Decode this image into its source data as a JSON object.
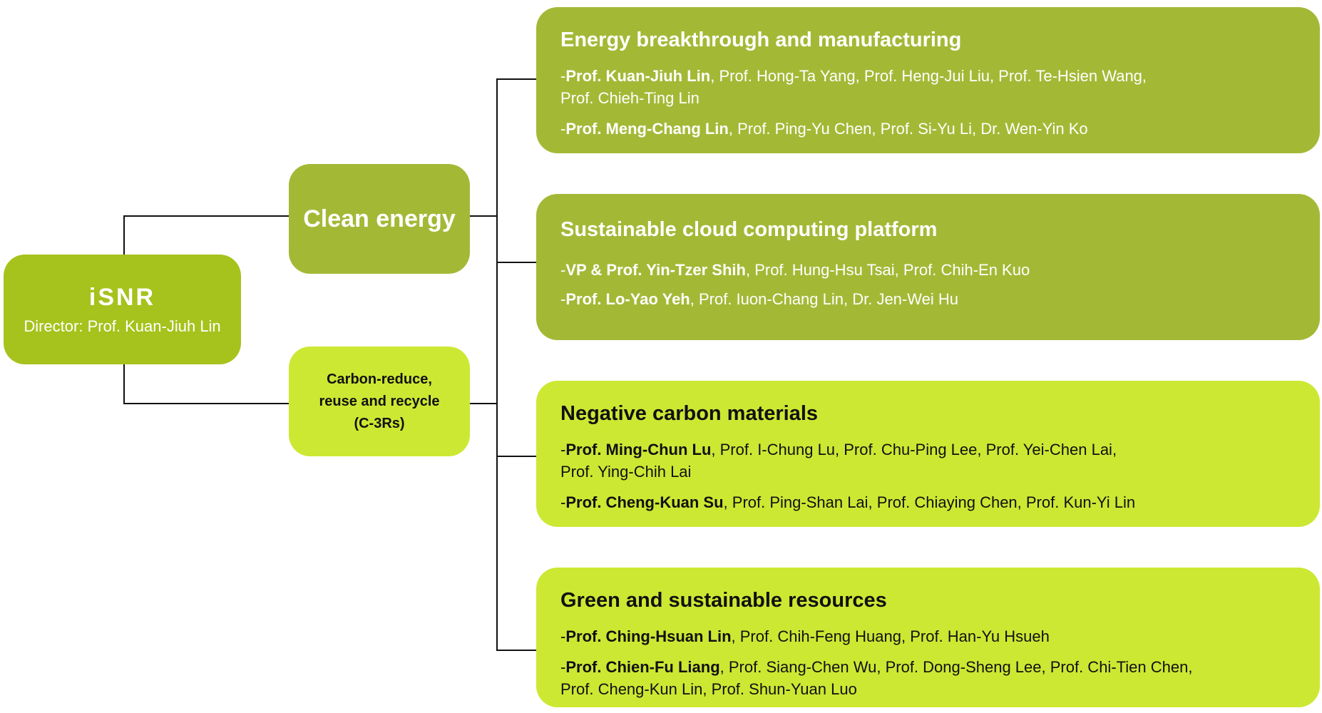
{
  "root": {
    "title": "iSNR",
    "subtitle": "Director: Prof. Kuan-Jiuh Lin"
  },
  "branches": [
    {
      "label": "Clean energy"
    },
    {
      "label": "Carbon-reduce,\nreuse and recycle\n(C-3Rs)"
    }
  ],
  "groups": [
    {
      "title": "Energy breakthrough and manufacturing",
      "rows": [
        {
          "lead": "Prof. Kuan-Jiuh Lin",
          "rest": ", Prof. Hong-Ta Yang, Prof. Heng-Jui Liu, Prof. Te-Hsien Wang,\n Prof. Chieh-Ting Lin"
        },
        {
          "lead": "Prof. Meng-Chang Lin",
          "rest": ", Prof. Ping-Yu Chen, Prof. Si-Yu Li, Dr. Wen-Yin Ko"
        }
      ]
    },
    {
      "title": "Sustainable cloud computing platform",
      "rows": [
        {
          "lead": "VP & Prof. Yin-Tzer Shih",
          "rest": ", Prof. Hung-Hsu Tsai, Prof. Chih-En Kuo"
        },
        {
          "lead": "Prof. Lo-Yao Yeh",
          "rest": ", Prof. Iuon-Chang Lin, Dr. Jen-Wei Hu"
        }
      ]
    },
    {
      "title": "Negative carbon materials",
      "rows": [
        {
          "lead": "Prof. Ming-Chun Lu",
          "rest": ", Prof. I-Chung Lu, Prof. Chu-Ping Lee, Prof. Yei-Chen Lai,\n Prof. Ying-Chih Lai"
        },
        {
          "lead": "Prof. Cheng-Kuan Su",
          "rest": ", Prof. Ping-Shan Lai, Prof. Chiaying Chen, Prof. Kun-Yi Lin"
        }
      ]
    },
    {
      "title": "Green and sustainable resources",
      "rows": [
        {
          "lead": "Prof. Ching-Hsuan Lin",
          "rest": ", Prof. Chih-Feng Huang, Prof. Han-Yu Hsueh"
        },
        {
          "lead": "Prof. Chien-Fu Liang",
          "rest": ", Prof. Siang-Chen Wu, Prof. Dong-Sheng Lee, Prof. Chi-Tien Chen,\n Prof. Cheng-Kun Lin,  Prof. Shun-Yuan Luo"
        }
      ]
    }
  ],
  "colors": {
    "olive": "#a3b936",
    "root": "#a6c21c",
    "lime": "#cde833",
    "line": "#111111"
  }
}
